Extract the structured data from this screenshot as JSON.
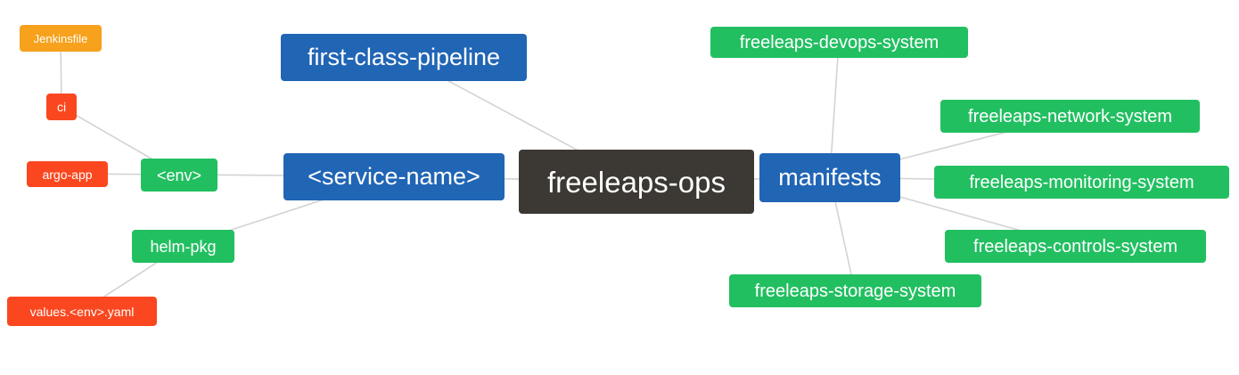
{
  "diagram": {
    "colors": {
      "blue": "#2165b5",
      "dark": "#3c3834",
      "green": "#22bf61",
      "red": "#fb471f",
      "amber": "#f7a11c",
      "edge": "#d3d3d3",
      "background": "#ffffff",
      "text": "#ffffff"
    },
    "nodes": {
      "freeleaps_ops": {
        "label": "freeleaps-ops"
      },
      "first_class_pipeline": {
        "label": "first-class-pipeline"
      },
      "service_name": {
        "label": "<service-name>"
      },
      "manifests": {
        "label": "manifests"
      },
      "env": {
        "label": "<env>"
      },
      "helm_pkg": {
        "label": "helm-pkg"
      },
      "ci": {
        "label": "ci"
      },
      "argo_app": {
        "label": "argo-app"
      },
      "jenkinsfile": {
        "label": "Jenkinsfile"
      },
      "values_env_yaml": {
        "label": "values.<env>.yaml"
      },
      "devops_system": {
        "label": "freeleaps-devops-system"
      },
      "network_system": {
        "label": "freeleaps-network-system"
      },
      "monitoring_system": {
        "label": "freeleaps-monitoring-system"
      },
      "controls_system": {
        "label": "freeleaps-controls-system"
      },
      "storage_system": {
        "label": "freeleaps-storage-system"
      }
    },
    "edges": [
      {
        "from": "jenkinsfile",
        "to": "ci"
      },
      {
        "from": "ci",
        "to": "env"
      },
      {
        "from": "argo_app",
        "to": "env"
      },
      {
        "from": "env",
        "to": "service_name"
      },
      {
        "from": "values_env_yaml",
        "to": "helm_pkg"
      },
      {
        "from": "helm_pkg",
        "to": "service_name"
      },
      {
        "from": "first_class_pipeline",
        "to": "freeleaps_ops"
      },
      {
        "from": "service_name",
        "to": "freeleaps_ops"
      },
      {
        "from": "freeleaps_ops",
        "to": "manifests"
      },
      {
        "from": "manifests",
        "to": "devops_system"
      },
      {
        "from": "manifests",
        "to": "network_system"
      },
      {
        "from": "manifests",
        "to": "monitoring_system"
      },
      {
        "from": "manifests",
        "to": "controls_system"
      },
      {
        "from": "manifests",
        "to": "storage_system"
      }
    ]
  }
}
